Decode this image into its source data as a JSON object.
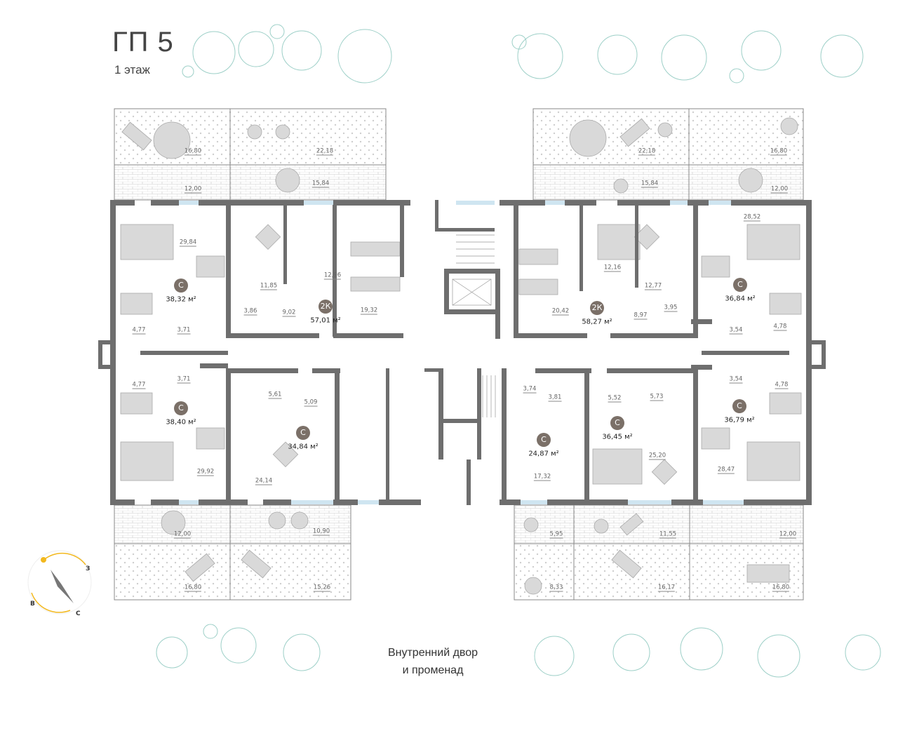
{
  "title": "ГП 5",
  "floor": "1 этаж",
  "courtyard": {
    "line1": "Внутренний двор",
    "line2": "и променад"
  },
  "compass": {
    "west": "З",
    "east": "В",
    "south": "С"
  },
  "colors": {
    "wall": "#6e6e6e",
    "window": "#cfe5f1",
    "badge": "#7b7068",
    "tree": "#9ccfc7",
    "furniture": "#d9d9d9"
  },
  "apartments": [
    {
      "type": "С",
      "area": "38,32 м²"
    },
    {
      "type": "2К",
      "area": "57,01 м²"
    },
    {
      "type": "С",
      "area": "38,40 м²"
    },
    {
      "type": "С",
      "area": "34,84 м²"
    },
    {
      "type": "2К",
      "area": "58,27 м²"
    },
    {
      "type": "С",
      "area": "36,84 м²"
    },
    {
      "type": "С",
      "area": "36,79 м²"
    },
    {
      "type": "С",
      "area": "36,45 м²"
    },
    {
      "type": "С",
      "area": "24,87 м²"
    }
  ],
  "room_areas": [
    "29,84",
    "11,85",
    "12,96",
    "19,32",
    "3,86",
    "9,02",
    "3,71",
    "4,77",
    "3,71",
    "4,77",
    "29,92",
    "5,61",
    "5,09",
    "24,14",
    "20,42",
    "12,16",
    "12,77",
    "3,95",
    "8,97",
    "28,52",
    "3,54",
    "4,78",
    "3,54",
    "4,78",
    "28,47",
    "3,74",
    "3,81",
    "5,52",
    "5,73",
    "25,20",
    "17,32"
  ],
  "terrace_areas": [
    "16,80",
    "22,18",
    "12,00",
    "15,84",
    "22,18",
    "16,80",
    "15,84",
    "12,00",
    "12,00",
    "10,90",
    "16,80",
    "15,26",
    "5,95",
    "11,55",
    "12,00",
    "8,33",
    "16,17",
    "16,80"
  ]
}
